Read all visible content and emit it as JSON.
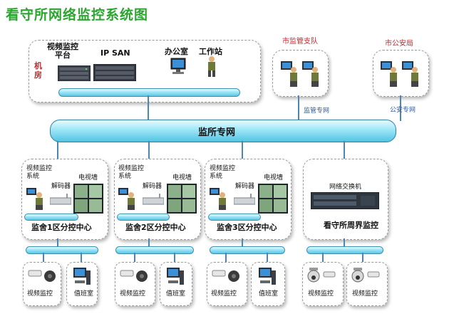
{
  "title": "看守所网络监控系统图",
  "machine_room": {
    "label": "机房",
    "video_platform": "视频监控\n平台",
    "ip_san": "IP SAN",
    "office": "办公室",
    "workstation": "工作站"
  },
  "city_supervision": {
    "label": "市监管支队",
    "link": "监管专网"
  },
  "city_police": {
    "label": "市公安局",
    "link": "公安专网"
  },
  "main_network": "监所专网",
  "zones": [
    {
      "system": "视频监控\n系统",
      "decoder": "解码器",
      "tvwall": "电视墙",
      "center": "监舍1区分控中心"
    },
    {
      "system": "视频监控\n系统",
      "decoder": "解码器",
      "tvwall": "电视墙",
      "center": "监舍2区分控中心"
    },
    {
      "system": "视频监控\n系统",
      "decoder": "解码器",
      "tvwall": "电视墙",
      "center": "监舍3区分控中心"
    }
  ],
  "perimeter": {
    "switch": "网络交换机",
    "center": "看守所周界监控"
  },
  "bottom_groups": [
    {
      "left": "视频监控",
      "right": "值班室"
    },
    {
      "left": "视频监控",
      "right": "值班室"
    },
    {
      "left": "视频监控",
      "right": "值班室"
    },
    {
      "left": "视频监控",
      "right": "视频监控"
    }
  ]
}
